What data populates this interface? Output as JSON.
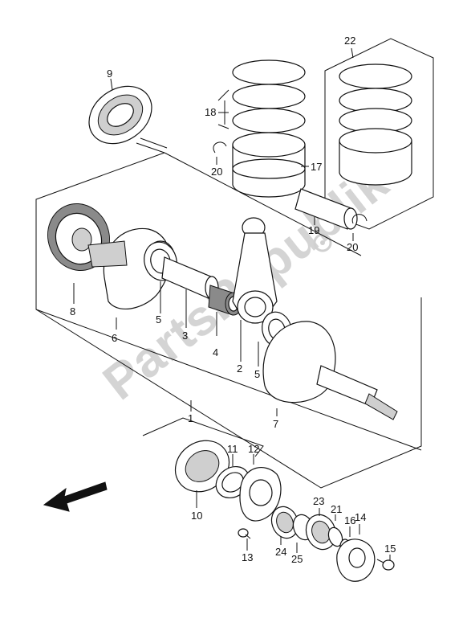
{
  "watermark": "PartsRepublik",
  "callouts": {
    "c1": "1",
    "c2": "2",
    "c3": "3",
    "c4": "4",
    "c5a": "5",
    "c5b": "5",
    "c6": "6",
    "c7": "7",
    "c8": "8",
    "c9": "9",
    "c10": "10",
    "c11": "11",
    "c12": "12",
    "c13": "13",
    "c14": "14",
    "c15": "15",
    "c16": "16",
    "c17": "17",
    "c18": "18",
    "c19": "19",
    "c20a": "20",
    "c20b": "20",
    "c21": "21",
    "c22": "22",
    "c23": "23",
    "c24": "24",
    "c25": "25"
  }
}
